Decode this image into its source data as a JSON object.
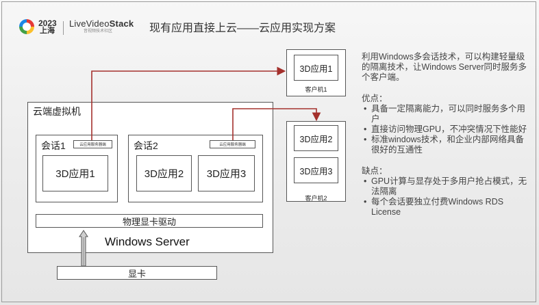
{
  "header": {
    "logo_year": "2023",
    "logo_city": "上海",
    "brand_prefix": "LiveVideo",
    "brand_suffix": "Stack",
    "brand_sub": "音视频技术社区",
    "title": "现有应用直接上云——云应用实现方案"
  },
  "diagram": {
    "vm_label": "云端虚拟机",
    "session1_label": "会话1",
    "session1_tag": "云应用服务器端",
    "session1_app": "3D应用1",
    "session2_label": "会话2",
    "session2_tag": "云应用服务器端",
    "session2_app_a": "3D应用2",
    "session2_app_b": "3D应用3",
    "driver_label": "物理显卡驱动",
    "os_label": "Windows Server",
    "gpu_label": "显卡",
    "client1_app": "3D应用1",
    "client1_label": "客户机1",
    "client2_app_a": "3D应用2",
    "client2_app_b": "3D应用3",
    "client2_label": "客户机2"
  },
  "notes": {
    "intro": "利用Windows多会话技术，可以构建轻量级的隔离技术，让Windows Server同时服务多个客户端。",
    "pros_title": "优点：",
    "pros": [
      "具备一定隔离能力，可以同时服务多个用户",
      "直接访问物理GPU，不冲突情况下性能好",
      "标准windows技术，和企业内部网络具备很好的互通性"
    ],
    "cons_title": "缺点：",
    "cons": [
      "GPU计算与显存处于多用户抢占模式，无法隔离",
      "每个会话要独立付费Windows RDS License"
    ]
  },
  "colors": {
    "arrow": "#a4302c",
    "border": "#555555"
  }
}
